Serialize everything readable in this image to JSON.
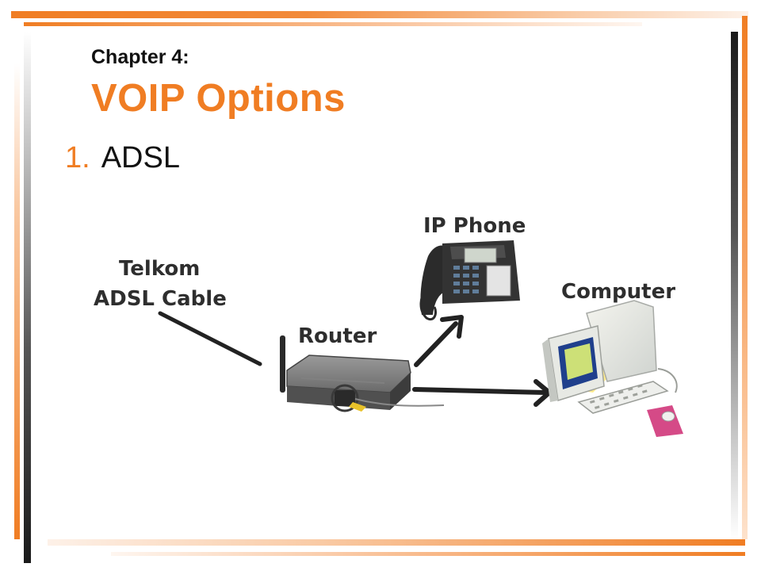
{
  "slide": {
    "chapter": "Chapter 4:",
    "title": "VOIP Options",
    "bullet_number": "1.",
    "bullet_text": "ADSL"
  },
  "diagram": {
    "labels": {
      "telkom_line1": "Telkom",
      "telkom_line2": "ADSL Cable",
      "router": "Router",
      "ip_phone": "IP Phone",
      "computer": "Computer"
    }
  },
  "colors": {
    "accent": "#f07d23",
    "text": "#111111"
  }
}
